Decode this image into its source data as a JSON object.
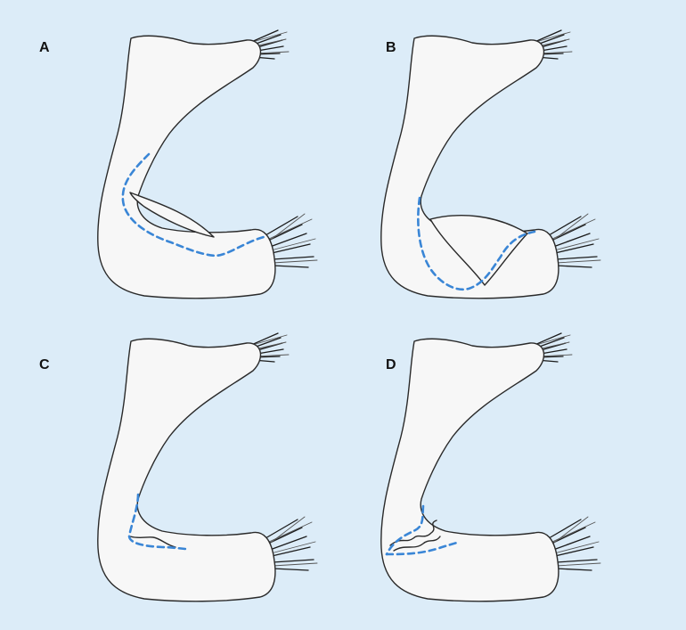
{
  "panels": [
    {
      "label": "A"
    },
    {
      "label": "B"
    },
    {
      "label": "C"
    },
    {
      "label": "D"
    }
  ],
  "colors": {
    "background": "#dcecf8",
    "shape_fill": "#f7f7f7",
    "outline": "#2a2a2a",
    "dashed_line": "#3a86d6"
  }
}
